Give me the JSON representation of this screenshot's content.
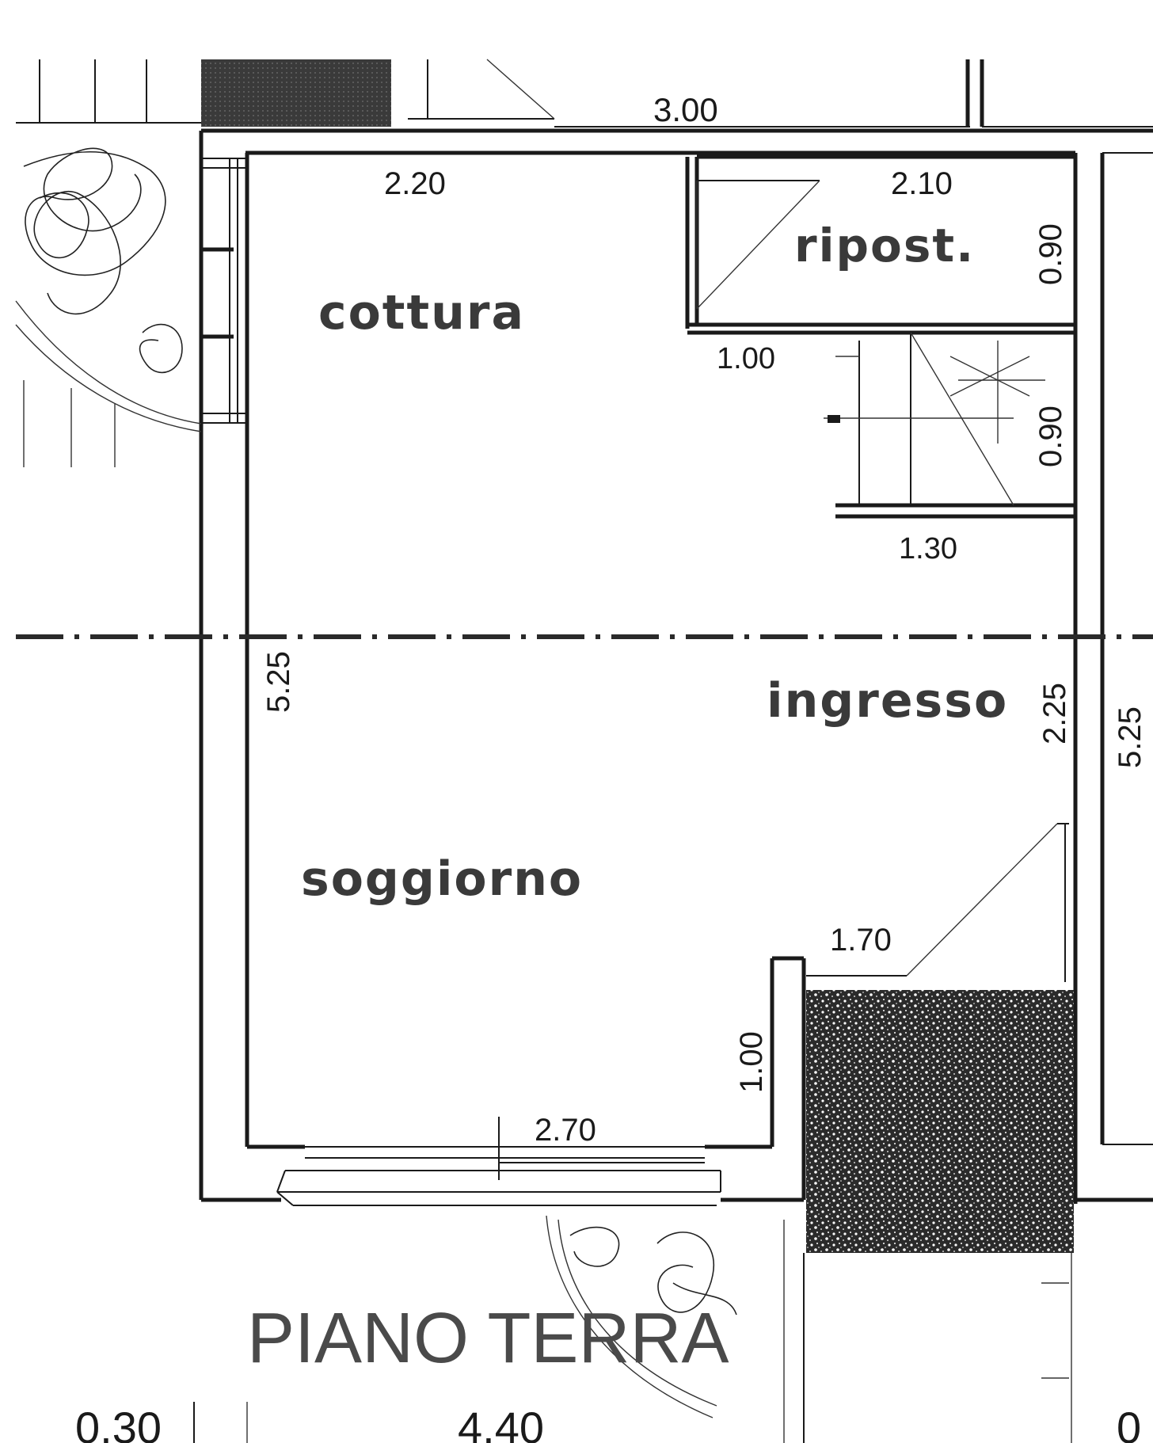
{
  "rooms": {
    "cottura": "cottura",
    "ripostiglio": "ripost.",
    "ingresso": "ingresso",
    "soggiorno": "soggiorno"
  },
  "dimensions": {
    "top_total": "3.00",
    "cottura_width": "2.20",
    "ripost_width": "2.10",
    "ripost_depth": "0.90",
    "ripost_door": "1.00",
    "stair_depth": "0.90",
    "stair_width": "1.30",
    "left_height": "5.25",
    "ingresso_height": "2.25",
    "right_height": "5.25",
    "porch_width": "1.70",
    "porch_depth": "1.00",
    "window_width": "2.70",
    "bottom_left": "0.30",
    "bottom_main": "4.40",
    "bottom_right": "0"
  },
  "title": "PIANO TERRA",
  "colors": {
    "ink": "#1a1a1a",
    "title": "#4a4a4a",
    "hatch": "#2b2b2b"
  }
}
